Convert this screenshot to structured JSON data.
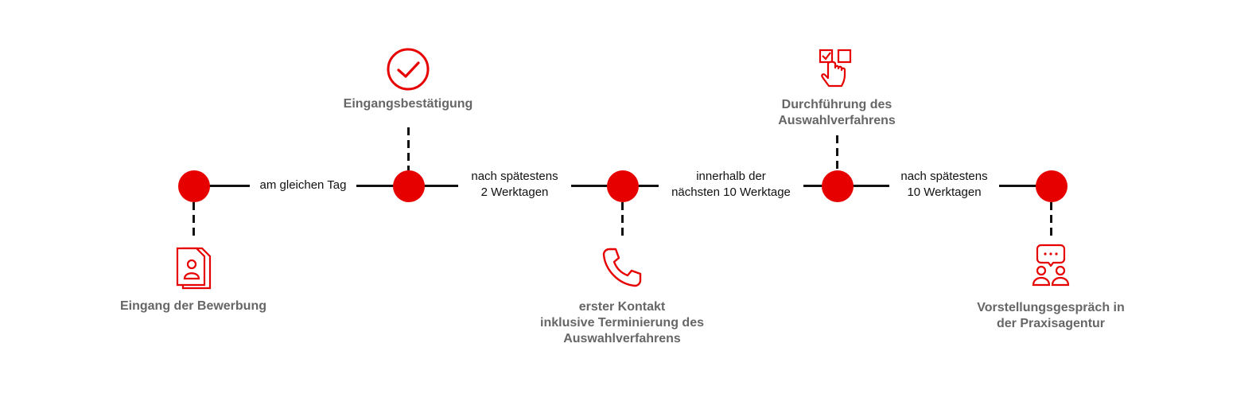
{
  "colors": {
    "accent": "#e60000",
    "line": "#111111",
    "label": "#666666"
  },
  "steps": [
    {
      "label_lines": [
        "Eingang der Bewerbung"
      ],
      "icon": "document-person-icon"
    },
    {
      "label_lines": [
        "Eingangsbestätigung"
      ],
      "icon": "check-circle-icon"
    },
    {
      "label_lines": [
        "erster Kontakt",
        "inklusive Terminierung des",
        "Auswahlverfahrens"
      ],
      "icon": "phone-icon"
    },
    {
      "label_lines": [
        "Durchführung des",
        "Auswahlverfahrens"
      ],
      "icon": "checkbox-click-icon"
    },
    {
      "label_lines": [
        "Vorstellungsgespräch in",
        "der Praxisagentur"
      ],
      "icon": "people-chat-icon"
    }
  ],
  "connectors": [
    {
      "label_lines": [
        "am gleichen Tag"
      ]
    },
    {
      "label_lines": [
        "nach spätestens",
        "2 Werktagen"
      ]
    },
    {
      "label_lines": [
        "innerhalb der",
        "nächsten 10 Werktage"
      ]
    },
    {
      "label_lines": [
        "nach spätestens",
        "10 Werktagen"
      ]
    }
  ]
}
